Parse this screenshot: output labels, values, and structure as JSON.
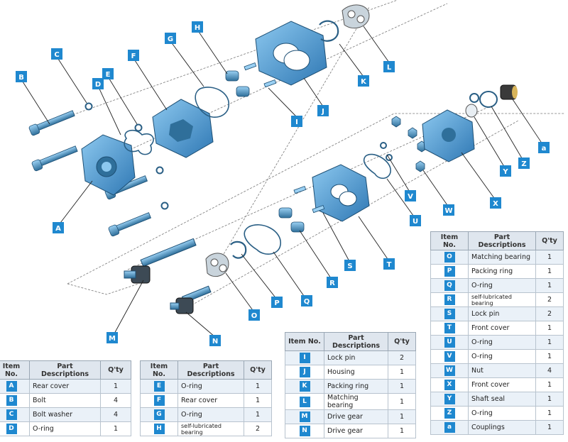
{
  "colors": {
    "accent": "#1f88cf",
    "part_fill": "#4a9fd8",
    "part_dark": "#2f6f9a",
    "header_bg": "#dfe6ee",
    "row_alt": "#eaf1f8"
  },
  "callouts": [
    {
      "id": "A",
      "name": "callout-a"
    },
    {
      "id": "B",
      "name": "callout-b"
    },
    {
      "id": "C",
      "name": "callout-c"
    },
    {
      "id": "D",
      "name": "callout-d"
    },
    {
      "id": "E",
      "name": "callout-e"
    },
    {
      "id": "F",
      "name": "callout-f"
    },
    {
      "id": "G",
      "name": "callout-g"
    },
    {
      "id": "H",
      "name": "callout-h"
    },
    {
      "id": "I",
      "name": "callout-i"
    },
    {
      "id": "J",
      "name": "callout-j"
    },
    {
      "id": "K",
      "name": "callout-k"
    },
    {
      "id": "L",
      "name": "callout-l"
    },
    {
      "id": "M",
      "name": "callout-m"
    },
    {
      "id": "N",
      "name": "callout-n"
    },
    {
      "id": "O",
      "name": "callout-o"
    },
    {
      "id": "P",
      "name": "callout-p"
    },
    {
      "id": "Q",
      "name": "callout-q"
    },
    {
      "id": "R",
      "name": "callout-r"
    },
    {
      "id": "S",
      "name": "callout-s"
    },
    {
      "id": "T",
      "name": "callout-t"
    },
    {
      "id": "U",
      "name": "callout-u"
    },
    {
      "id": "V",
      "name": "callout-v"
    },
    {
      "id": "W",
      "name": "callout-w"
    },
    {
      "id": "X",
      "name": "callout-x"
    },
    {
      "id": "Y",
      "name": "callout-y"
    },
    {
      "id": "Z",
      "name": "callout-z"
    },
    {
      "id": "a",
      "name": "callout-couplings"
    }
  ],
  "headers": {
    "item": "Item No.",
    "desc": "Part Descriptions",
    "qty": "Q'ty"
  },
  "tables": [
    {
      "rows": [
        {
          "item": "A",
          "desc": "Rear cover",
          "qty": "1"
        },
        {
          "item": "B",
          "desc": "Bolt",
          "qty": "4"
        },
        {
          "item": "C",
          "desc": "Bolt washer",
          "qty": "4"
        },
        {
          "item": "D",
          "desc": "O-ring",
          "qty": "1"
        }
      ]
    },
    {
      "rows": [
        {
          "item": "E",
          "desc": "O-ring",
          "qty": "1"
        },
        {
          "item": "F",
          "desc": "Rear cover",
          "qty": "1"
        },
        {
          "item": "G",
          "desc": "O-ring",
          "qty": "1"
        },
        {
          "item": "H",
          "desc": "self-lubricated bearing",
          "qty": "2"
        }
      ]
    },
    {
      "rows": [
        {
          "item": "I",
          "desc": "Lock pin",
          "qty": "2"
        },
        {
          "item": "J",
          "desc": "Housing",
          "qty": "1"
        },
        {
          "item": "K",
          "desc": "Packing ring",
          "qty": "1"
        },
        {
          "item": "L",
          "desc": "Matching bearing",
          "qty": "1"
        },
        {
          "item": "M",
          "desc": "Drive gear",
          "qty": "1"
        },
        {
          "item": "N",
          "desc": "Drive gear",
          "qty": "1"
        }
      ]
    },
    {
      "rows": [
        {
          "item": "O",
          "desc": "Matching bearing",
          "qty": "1"
        },
        {
          "item": "P",
          "desc": "Packing ring",
          "qty": "1"
        },
        {
          "item": "Q",
          "desc": "O-ring",
          "qty": "1"
        },
        {
          "item": "R",
          "desc": "self-lubricated bearing",
          "qty": "2"
        },
        {
          "item": "S",
          "desc": "Lock pin",
          "qty": "2"
        },
        {
          "item": "T",
          "desc": "Front cover",
          "qty": "1"
        },
        {
          "item": "U",
          "desc": "O-ring",
          "qty": "1"
        },
        {
          "item": "V",
          "desc": "O-ring",
          "qty": "1"
        },
        {
          "item": "W",
          "desc": "Nut",
          "qty": "4"
        },
        {
          "item": "X",
          "desc": "Front cover",
          "qty": "1"
        },
        {
          "item": "Y",
          "desc": "Shaft seal",
          "qty": "1"
        },
        {
          "item": "Z",
          "desc": "O-ring",
          "qty": "1"
        },
        {
          "item": "a",
          "desc": "Couplings",
          "qty": "1"
        }
      ]
    }
  ]
}
